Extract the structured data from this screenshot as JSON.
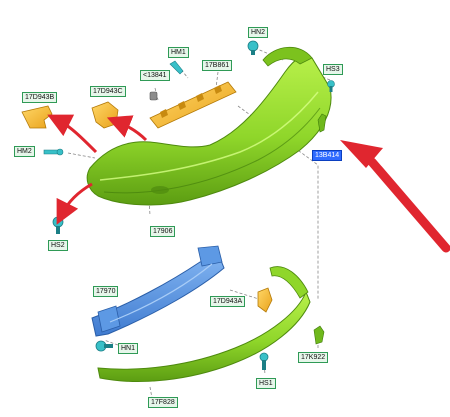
{
  "diagram": {
    "callouts": [
      {
        "id": "hn2",
        "text": "HN2"
      },
      {
        "id": "hm1",
        "text": "HM1"
      },
      {
        "id": "13841",
        "text": "<13841"
      },
      {
        "id": "17b861",
        "text": "17B861"
      },
      {
        "id": "hs3",
        "text": "HS3"
      },
      {
        "id": "17d943b",
        "text": "17D943B"
      },
      {
        "id": "17d943c",
        "text": "17D943C"
      },
      {
        "id": "hm2",
        "text": "HM2"
      },
      {
        "id": "13b414",
        "text": "13B414",
        "selected": true
      },
      {
        "id": "hs2",
        "text": "HS2"
      },
      {
        "id": "17906",
        "text": "17906"
      },
      {
        "id": "17970",
        "text": "17970"
      },
      {
        "id": "17d943a",
        "text": "17D943A"
      },
      {
        "id": "hn1",
        "text": "HN1"
      },
      {
        "id": "17k922",
        "text": "17K922"
      },
      {
        "id": "hs1",
        "text": "HS1"
      },
      {
        "id": "17f828",
        "text": "17F828"
      }
    ],
    "colors": {
      "bumper_green": "#8fd62a",
      "bracket_yellow": "#f2b632",
      "beam_blue": "#4f8fe0",
      "fastener_teal": "#38c0c8",
      "arrow_red": "#e0262f",
      "label_fill": "#e6f6ea",
      "label_border": "#2f9a56",
      "selected_label_fill": "#2f6bff"
    }
  }
}
